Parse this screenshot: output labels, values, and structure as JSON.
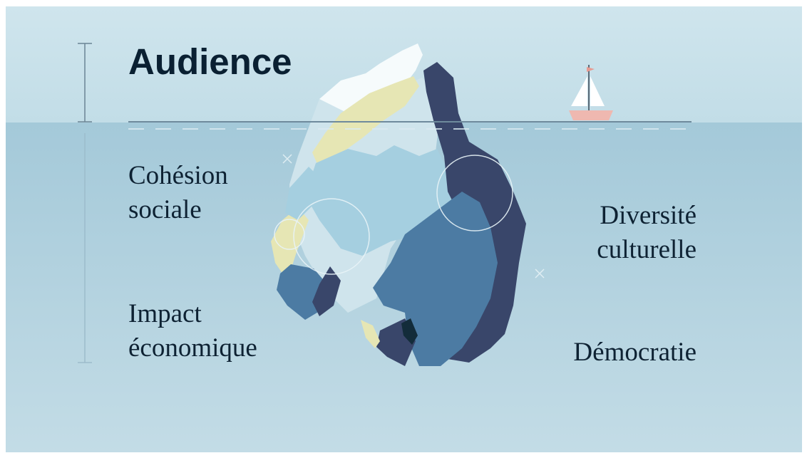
{
  "title": "Audience",
  "labels": {
    "social_line1": "Cohésion",
    "social_line2": "sociale",
    "economic_line1": "Impact",
    "economic_line2": "économique",
    "cultural_line1": "Diversité",
    "cultural_line2": "culturelle",
    "democracy": "Démocratie"
  },
  "colors": {
    "sky": "#c9e1ea",
    "water": "#a4c9d9",
    "water_deep": "#c3dce6",
    "title": "#0a2032",
    "label_text": "#0e2233",
    "ice_dark": "#39466a",
    "ice_mid": "#4c7ba3",
    "ice_light": "#a5cfe0",
    "ice_pale": "#cfe4ec",
    "ice_yellow": "#e6e6b4",
    "boat_hull": "#efb8b0"
  },
  "icons": [
    "scale-bracket-icon",
    "iceberg-illustration",
    "sailboat-icon",
    "circle-marker-icon",
    "cross-marker-icon"
  ]
}
